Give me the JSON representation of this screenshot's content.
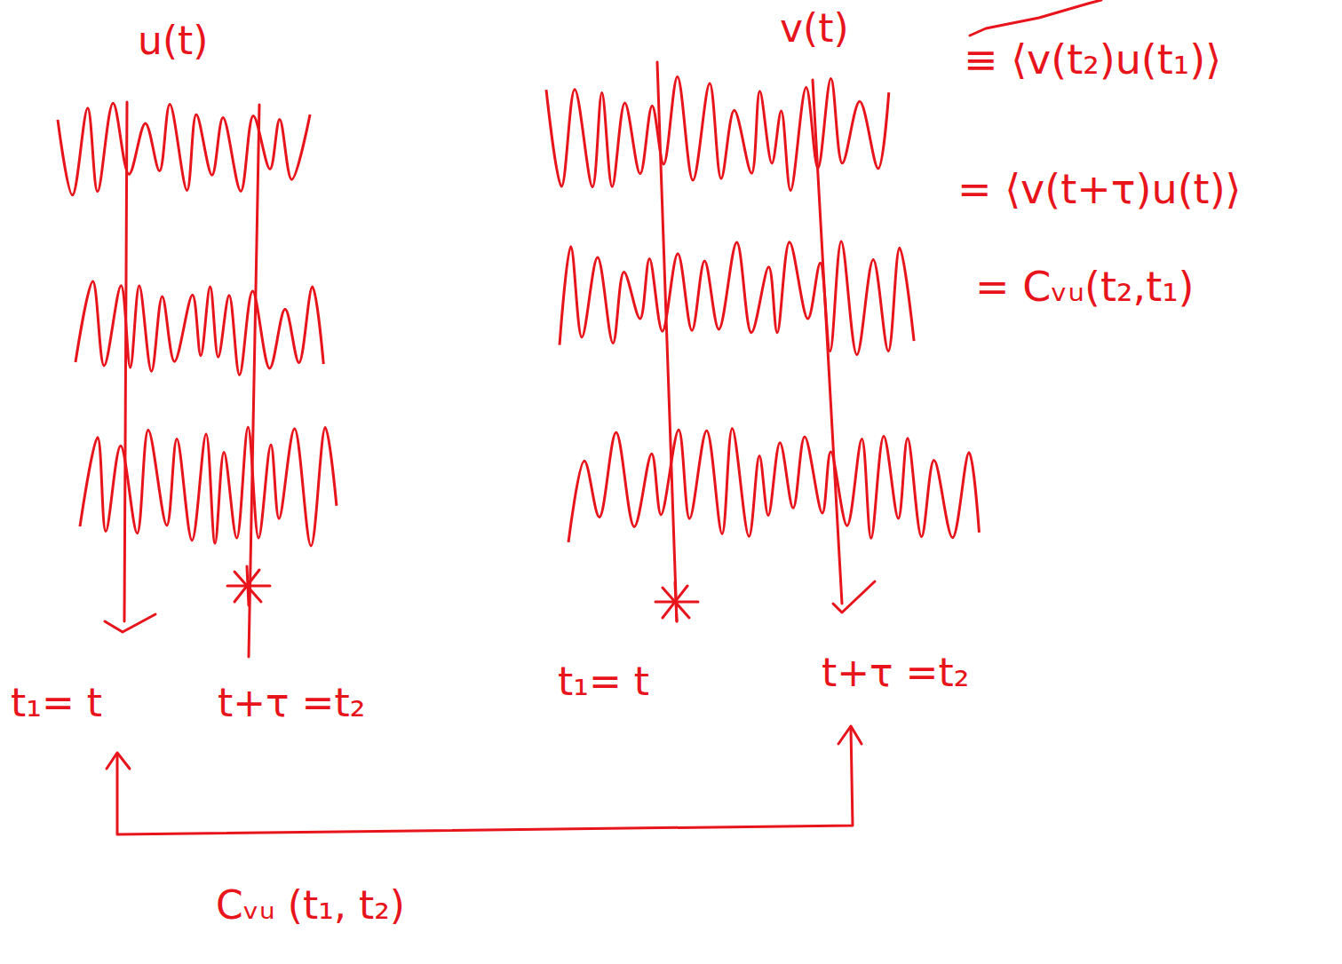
{
  "diagram": {
    "labels": [
      "u(t)",
      "v(t)",
      "≡ ⟨v(t₂)u(t₁)⟩",
      "= ⟨v(t+τ)u(t)⟩",
      "= Cᵥᵤ(t₂,t₁)",
      "t₁= t",
      "t+τ =t₂",
      "t₁= t",
      "t+τ =t₂",
      "Cᵥᵤ (t₁, t₂)"
    ]
  }
}
